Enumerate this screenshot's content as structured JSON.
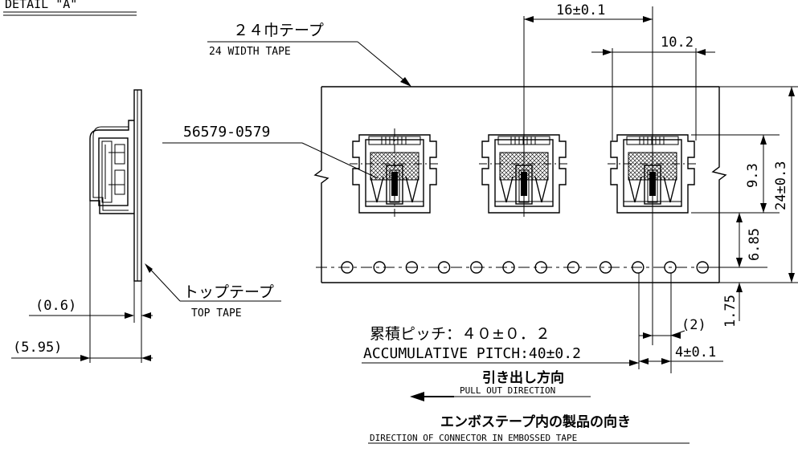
{
  "detail_title": "DETAIL \"A\"",
  "tape_width_jp": "２４巾テープ",
  "tape_width_en": "24 WIDTH TAPE",
  "part_number": "56579-0579",
  "top_tape_jp": "トップテープ",
  "top_tape_en": "TOP TAPE",
  "dim_0_6": "(0.6)",
  "dim_5_95": "(5.95)",
  "dim_16": "16±0.1",
  "dim_10_2": "10.2",
  "dim_9_3": "9.3",
  "dim_24": "24±0.3",
  "dim_6_85": "6.85",
  "dim_1_75": "1.75",
  "dim_2": "(2)",
  "dim_4": "4±0.1",
  "accum_pitch_jp": "累積ピッチ：４０±０．２",
  "accum_pitch_en": "ACCUMULATIVE PITCH:40±0.2",
  "pull_out_jp": "引き出し方向",
  "pull_out_en": "PULL OUT DIRECTION",
  "direction_jp": "エンボステープ内の製品の向き",
  "direction_en": "DIRECTION OF CONNECTOR IN EMBOSSED TAPE"
}
